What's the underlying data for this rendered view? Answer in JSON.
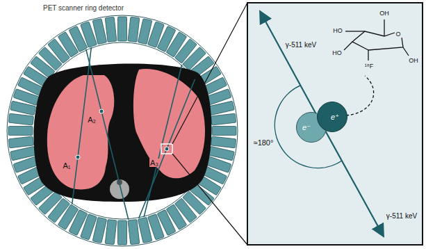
{
  "diagram": {
    "title": "PET scanner ring detector",
    "nodes": [
      {
        "text": [
          "e⁻"
        ]
      },
      {
        "text": [
          "e⁺"
        ]
      }
    ],
    "labels": [
      "A₁",
      "A₂",
      "A₃",
      "γ-511 keV",
      "γ-511 keV",
      "≈180°",
      "OH",
      "HO",
      "HO",
      "O",
      "OH",
      "¹⁸F"
    ]
  }
}
